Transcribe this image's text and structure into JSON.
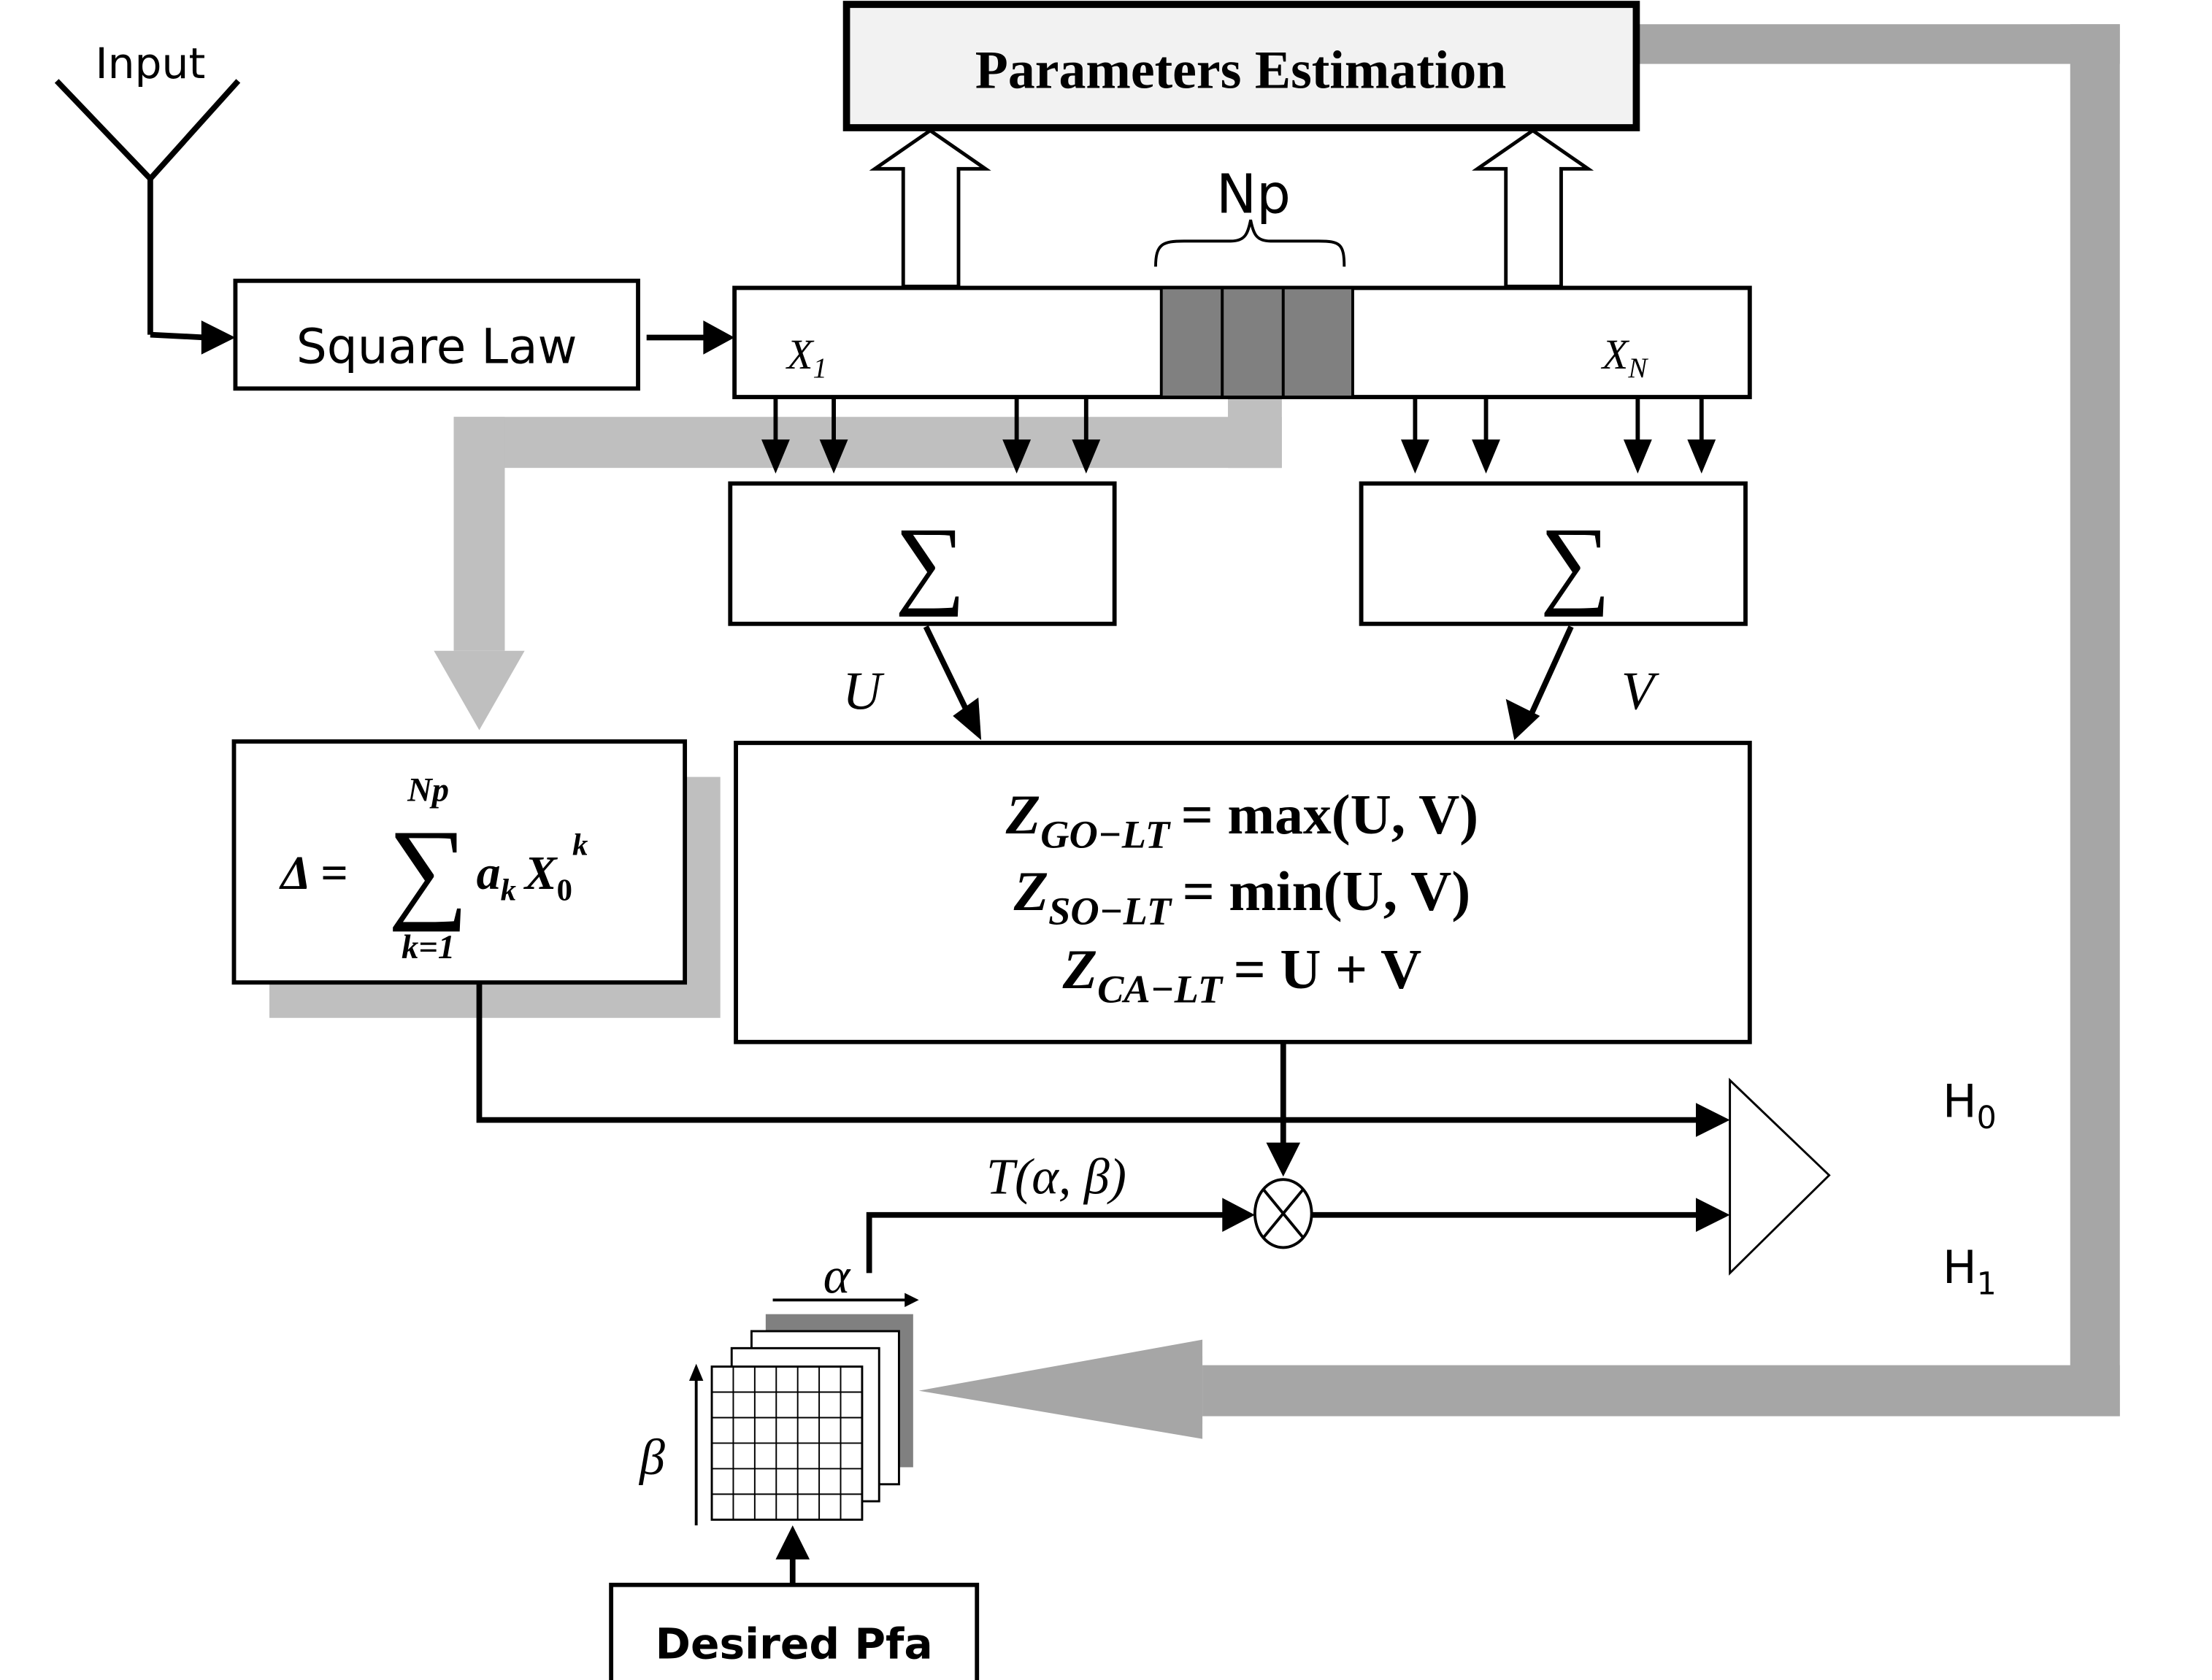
{
  "diagram": {
    "input_label": "Input",
    "square_law_label": "Square Law",
    "parameters_estimation_label": "Parameters Estimation",
    "np_label": "Np",
    "cells": {
      "first": "X",
      "first_sub": "1",
      "last": "X",
      "last_sub": "N"
    },
    "sum_symbol": "∑",
    "u_label": "U",
    "v_label": "V",
    "delta_formula": {
      "lhs": "Δ =",
      "sum": "∑",
      "upper": "Np",
      "lower": "k=1",
      "term": "a",
      "term_sub": "k",
      "var": "X",
      "var_sub": "0",
      "var_sup": "k"
    },
    "statistics": [
      {
        "z": "Z",
        "sub": "GO−LT",
        "rhs": "= max(U, V)"
      },
      {
        "z": "Z",
        "sub": "SO−LT",
        "rhs": "= min(U, V)"
      },
      {
        "z": "Z",
        "sub": "CA−LT",
        "rhs": "= U + V"
      }
    ],
    "threshold_label": "T(α, β)",
    "alpha_label": "α",
    "beta_label": "β",
    "desired_pfa_label": "Desired Pfa",
    "h0": {
      "h": "H",
      "sub": "0"
    },
    "h1": {
      "h": "H",
      "sub": "1"
    },
    "colors": {
      "feedback_gray": "#a6a6a6",
      "light_gray": "#bfbfbf",
      "cell_gray": "#808080",
      "param_box_fill": "#f2f2f2"
    }
  }
}
